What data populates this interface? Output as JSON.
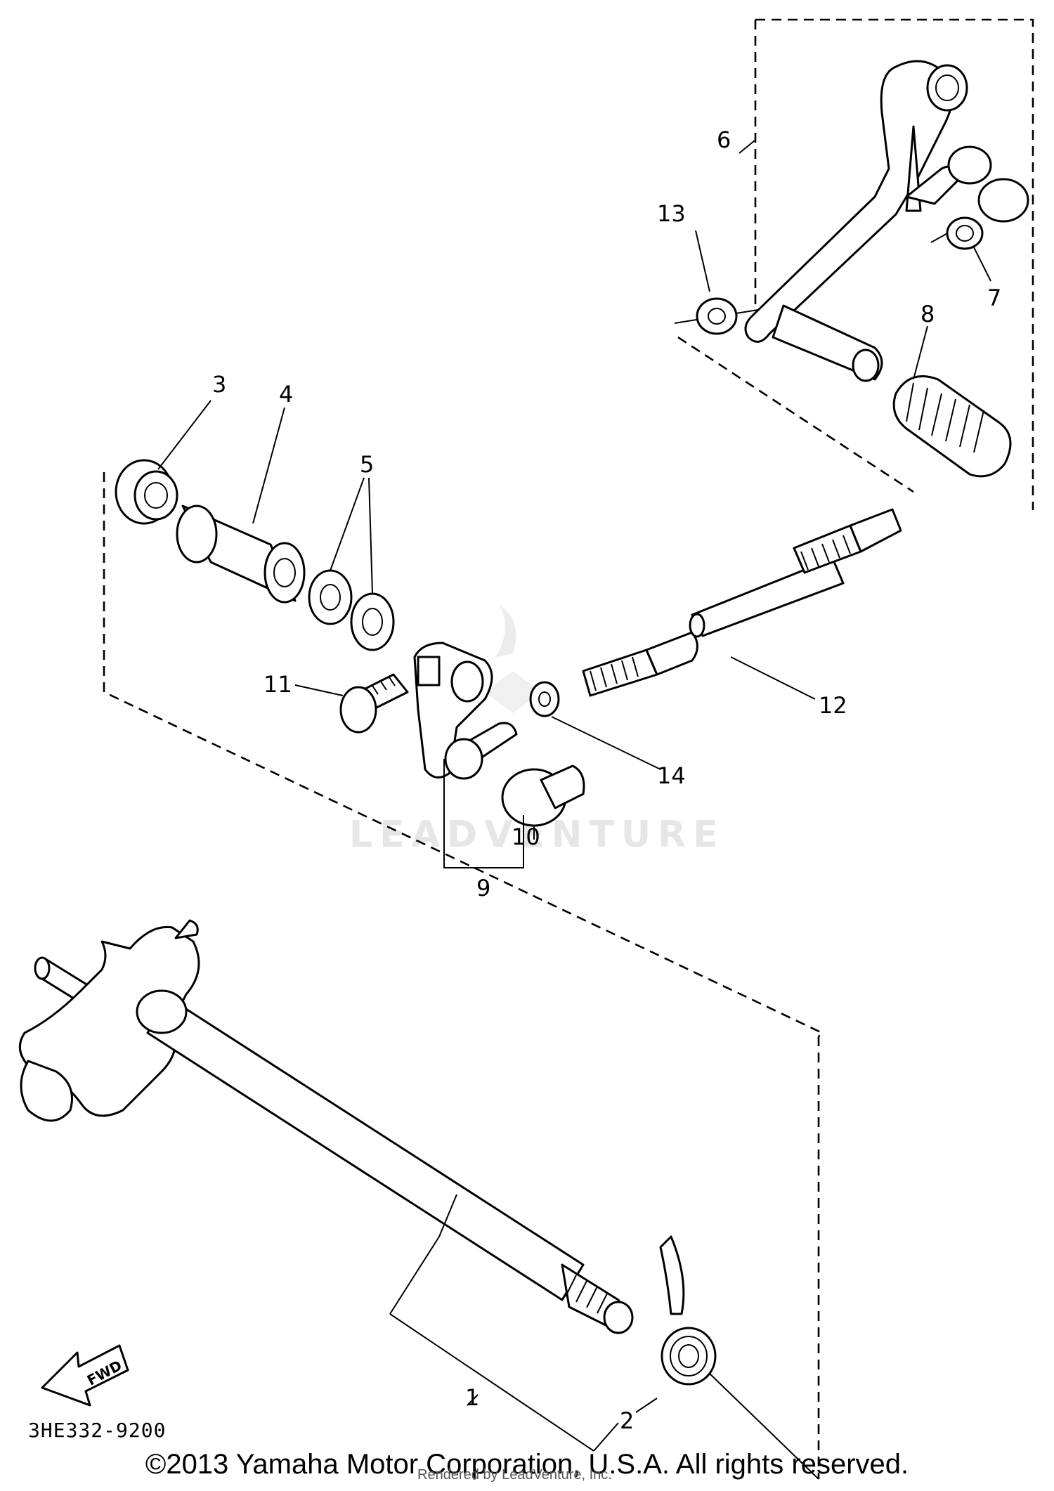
{
  "watermark": "LEADVENTURE",
  "diagram_code": "3HE332-9200",
  "fwd_arrow_label": "FWD",
  "callouts": {
    "c1": "1",
    "c2": "2",
    "c3": "3",
    "c4": "4",
    "c5": "5",
    "c6": "6",
    "c7": "7",
    "c8": "8",
    "c9": "9",
    "c10": "10",
    "c11": "11",
    "c12": "12",
    "c13": "13",
    "c14": "14"
  },
  "copyright": "©2013 Yamaha Motor Corporation, U.S.A. All rights reserved.",
  "rendered_by": "Rendered by LeadVenture, Inc."
}
